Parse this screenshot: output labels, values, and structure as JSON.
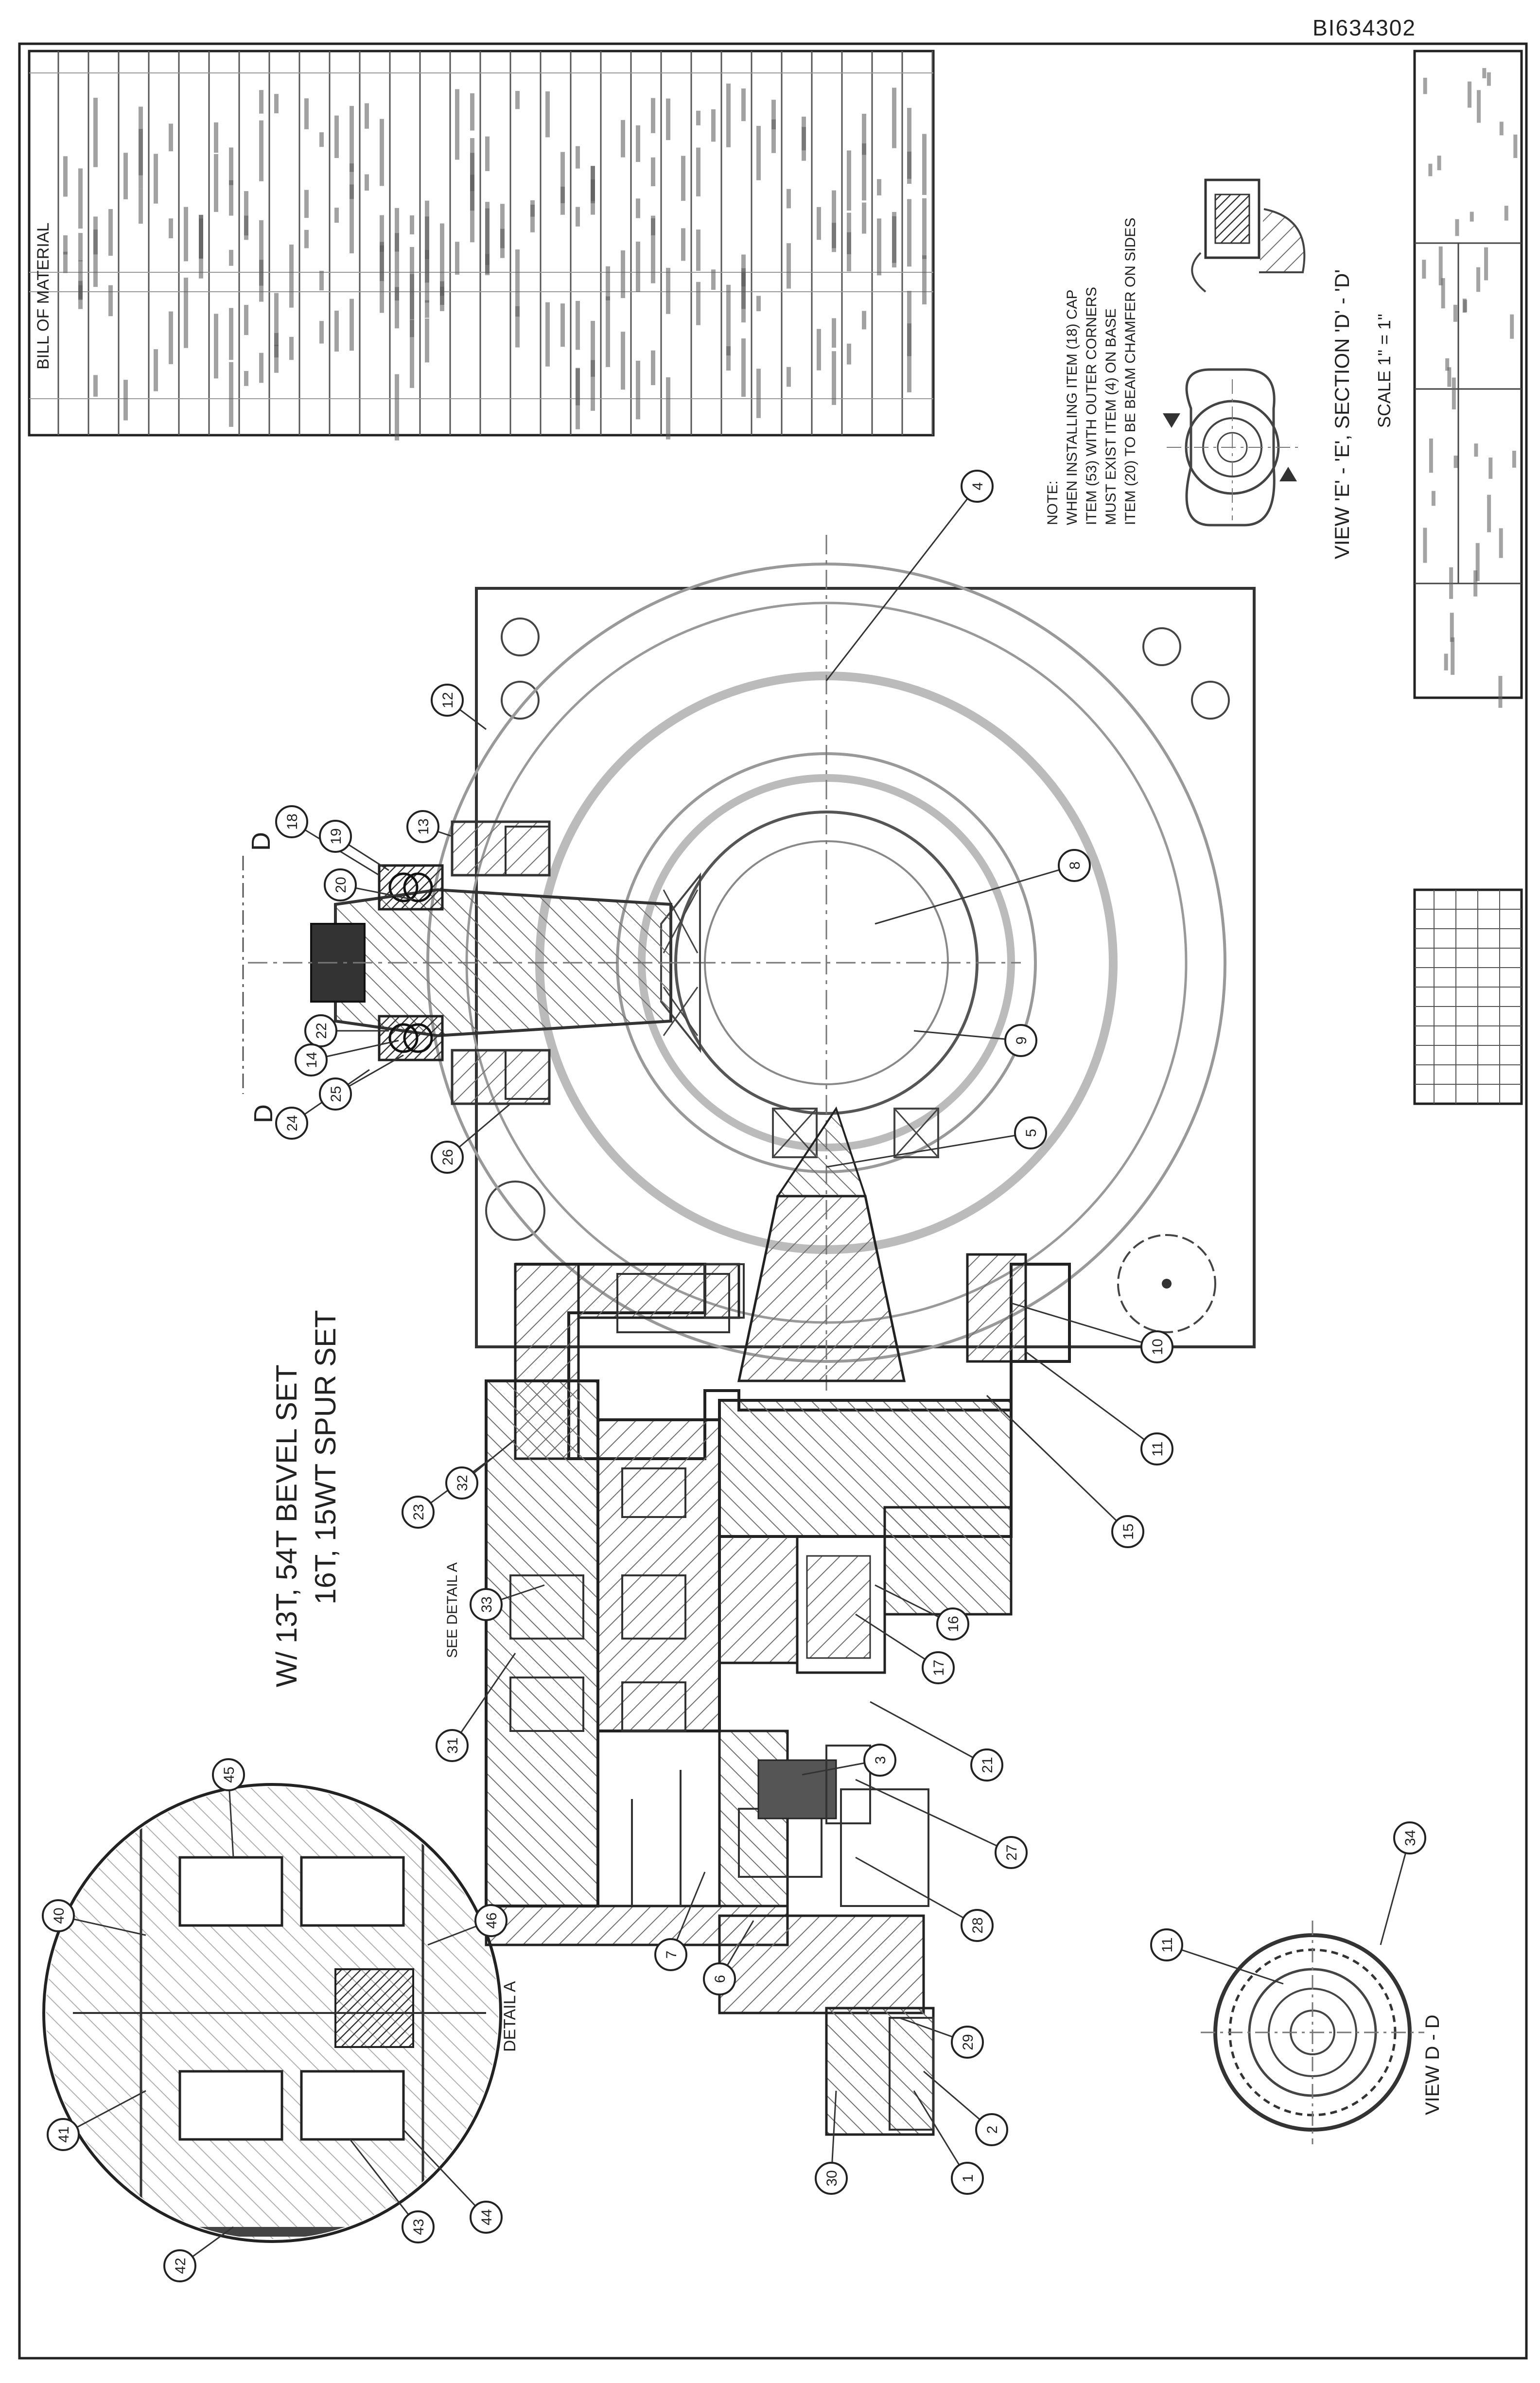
{
  "drawing": {
    "number": "BI634302",
    "bom_title": "BILL OF MATERIAL",
    "notes": [
      "NOTE:",
      "WHEN INSTALLING ITEM (18) CAP",
      "ITEM (53) WITH OUTER CORNERS",
      "MUST EXIST ITEM (4) ON BASE",
      "ITEM (20) TO BE BEAM CHAMFER ON SIDES"
    ],
    "gear_spec_line1": "W/ 13T, 54T BEVEL SET",
    "gear_spec_line2": "16T, 15WT SPUR SET",
    "view_ee": "VIEW 'E' - 'E', SECTION 'D' - 'D'",
    "view_ee_scale": "SCALE 1\" = 1\"",
    "view_dd": "VIEW D - D",
    "section_letter": "D",
    "detail_note": "SEE DETAIL A",
    "detail_label": "DETAIL A"
  },
  "balloons": {
    "main": [
      "18",
      "19",
      "20",
      "22",
      "14",
      "25",
      "24",
      "26",
      "13",
      "12",
      "4",
      "8",
      "9",
      "5",
      "10",
      "11",
      "15",
      "16",
      "17",
      "21",
      "27",
      "28",
      "29",
      "30",
      "1",
      "2",
      "3",
      "6",
      "7",
      "23",
      "31",
      "32",
      "33"
    ],
    "detail": [
      "40",
      "41",
      "42",
      "43",
      "44",
      "45",
      "46"
    ],
    "view_dd": [
      "11",
      "34"
    ]
  },
  "colors": {
    "line": "#1a1a1a",
    "hatch": "#7a7a7a",
    "light": "#9a9a9a",
    "paper": "#ffffff"
  }
}
